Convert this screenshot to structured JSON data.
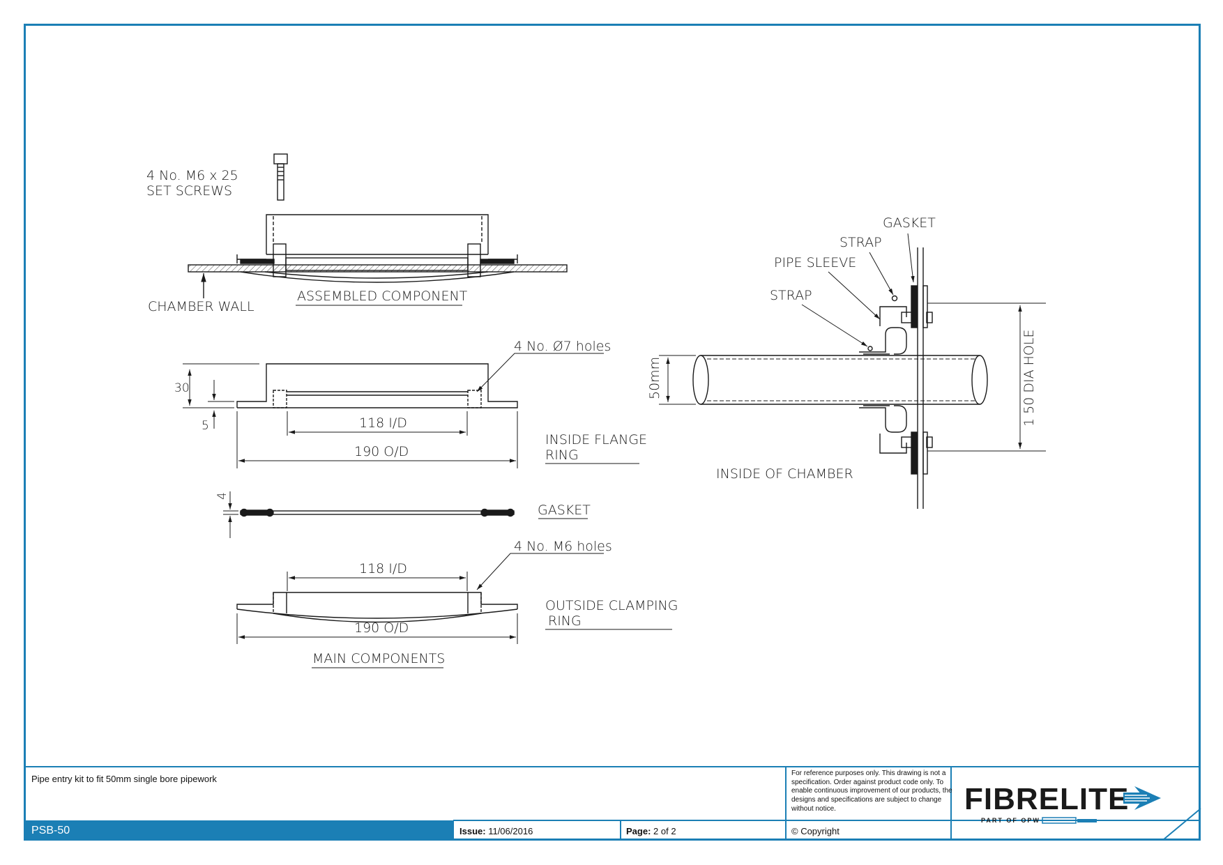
{
  "labels": {
    "set_screws_1": "4 No. M6 x 25",
    "set_screws_2": "SET SCREWS",
    "chamber_wall": "CHAMBER WALL",
    "assembled_component": "ASSEMBLED COMPONENT",
    "holes_7": "4 No. Ø7 holes",
    "dim_30": "30",
    "dim_5": "5",
    "dim_118_a": "118 I/D",
    "dim_190_a": "190 O/D",
    "inside_flange_1": "INSIDE FLANGE",
    "inside_flange_2": "RING",
    "dim_4": "4",
    "gasket_main": "GASKET",
    "m6_holes": "4 No. M6 holes",
    "dim_118_b": "118 I/D",
    "dim_190_b": "190 O/D",
    "outside_clamp_1": "OUTSIDE CLAMPING",
    "outside_clamp_2": "RING",
    "main_components": "MAIN COMPONENTS",
    "gasket_right": "GASKET",
    "strap_top": "STRAP",
    "pipe_sleeve": "PIPE SLEEVE",
    "strap_left": "STRAP",
    "dim_50mm": "50mm",
    "dim_150": "1 50 DIA HOLE",
    "inside_chamber": "INSIDE OF CHAMBER"
  },
  "title_block": {
    "description": "Pipe entry kit to fit 50mm single bore pipework",
    "code": "PSB-50",
    "issue_label": "Issue:",
    "issue_value": "11/06/2016",
    "page_label": "Page:",
    "page_value": "2 of 2",
    "copyright": "© Copyright",
    "note": "For reference purposes only. This drawing is not a specification. Order against product code only. To enable continuous improvement of our products, the designs and specifications are subject to change without notice.",
    "logo_text": "FIBRELITE",
    "logo_sub": "PART OF OPW"
  },
  "colors": {
    "frame": "#1b7fb5",
    "bar": "#1b7fb5",
    "logo": "#1a1a1a"
  }
}
